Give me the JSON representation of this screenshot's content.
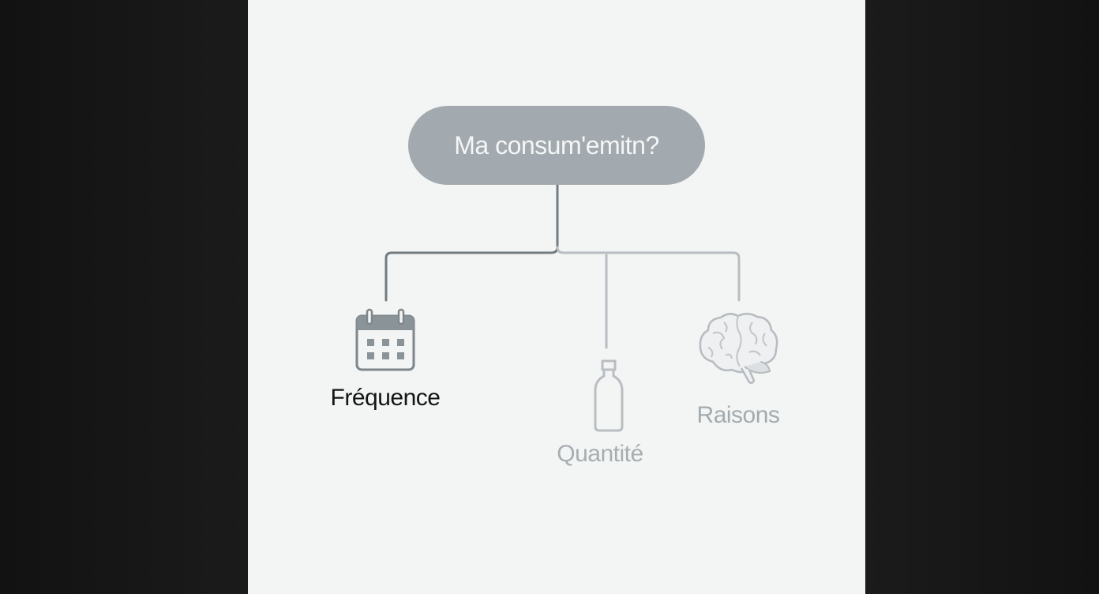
{
  "diagram": {
    "root": {
      "label": "Ma consum'emitn?"
    },
    "branches": [
      {
        "label": "Fréquence",
        "icon": "calendar-icon",
        "color": "#141414"
      },
      {
        "label": "Quantité",
        "icon": "bottle-icon",
        "color": "#a7aeb2"
      },
      {
        "label": "Raisons",
        "icon": "brain-icon",
        "color": "#a3abaf"
      }
    ]
  },
  "colors": {
    "frame": "#141414",
    "canvas": "#f3f4f4",
    "pill": "#a2aaaf",
    "connector_dark": "#6f777c",
    "connector_light": "#b9bfc2"
  }
}
